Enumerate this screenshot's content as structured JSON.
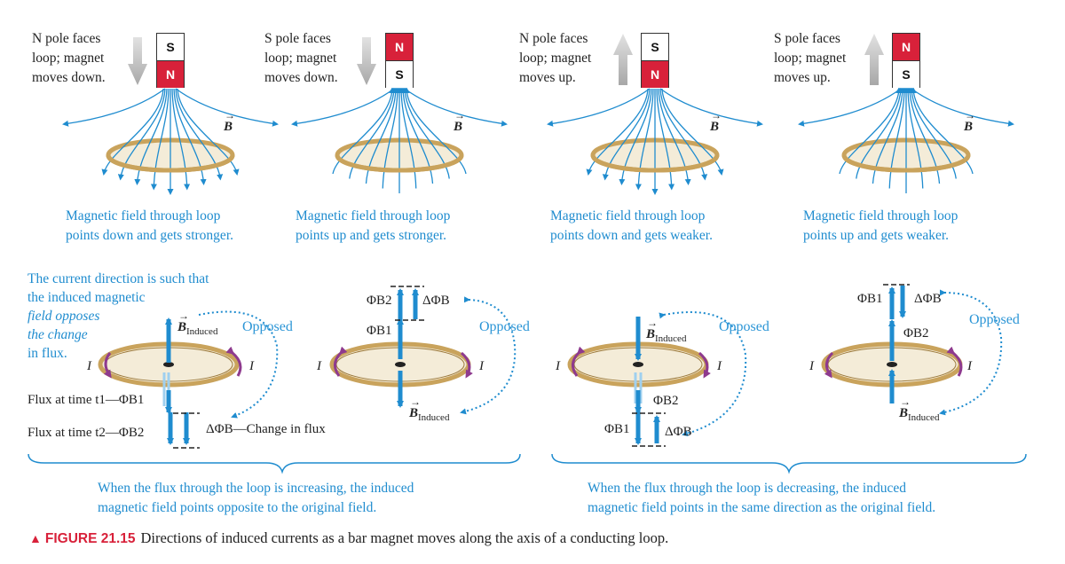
{
  "panels": [
    {
      "magnet_top": "S",
      "magnet_bottom": "N",
      "magnet_bottom_color": "red",
      "motion": "down",
      "label": [
        "N pole faces",
        "loop; magnet",
        "moves down."
      ],
      "caption": [
        "Magnetic field through loop",
        "points down and gets stronger."
      ]
    },
    {
      "magnet_top": "N",
      "magnet_bottom": "S",
      "magnet_bottom_color": "white",
      "motion": "down",
      "label": [
        "S pole faces",
        "loop; magnet",
        "moves down."
      ],
      "caption": [
        "Magnetic field through loop",
        "points up and gets stronger."
      ]
    },
    {
      "magnet_top": "S",
      "magnet_bottom": "N",
      "magnet_bottom_color": "red",
      "motion": "up",
      "label": [
        "N pole faces",
        "loop; magnet",
        "moves up."
      ],
      "caption": [
        "Magnetic field through loop",
        "points down and gets weaker."
      ]
    },
    {
      "magnet_top": "N",
      "magnet_bottom": "S",
      "magnet_bottom_color": "white",
      "motion": "up",
      "label": [
        "S pole faces",
        "loop; magnet",
        "moves up."
      ],
      "caption": [
        "Magnetic field through loop",
        "points up and gets weaker."
      ]
    }
  ],
  "field_symbol": "B",
  "note": [
    "The current direction is such that",
    "the induced magnetic",
    "field opposes",
    "the change",
    "in flux."
  ],
  "opposed_label": "Opposed",
  "current_label": "I",
  "induced_sub": "Induced",
  "flux_t1": "Flux at time t1—ΦB1",
  "flux_t2": "Flux at time t2—ΦB2",
  "change_in_flux": "ΔΦB—Change in flux",
  "phi_b1": "ΦB1",
  "phi_b2": "ΦB2",
  "delta_phi": "ΔΦB",
  "summary_left": [
    "When the flux through the loop is increasing, the induced",
    "magnetic field points opposite to the original field."
  ],
  "summary_right": [
    "When the flux through the loop is decreasing, the induced",
    "magnetic field points in the same direction as the original field."
  ],
  "figure_number": "FIGURE 21.15",
  "figure_caption": "Directions of induced currents as a bar magnet moves along the axis of a conducting loop.",
  "colors": {
    "field": "#1f8ccf",
    "loop": "#c9a35c",
    "loop_fill": "#f4ecd8",
    "current_arrow": "#8e3a8e",
    "magnet_red": "#d8213a",
    "motion_arrow": "#bdbdbd"
  }
}
